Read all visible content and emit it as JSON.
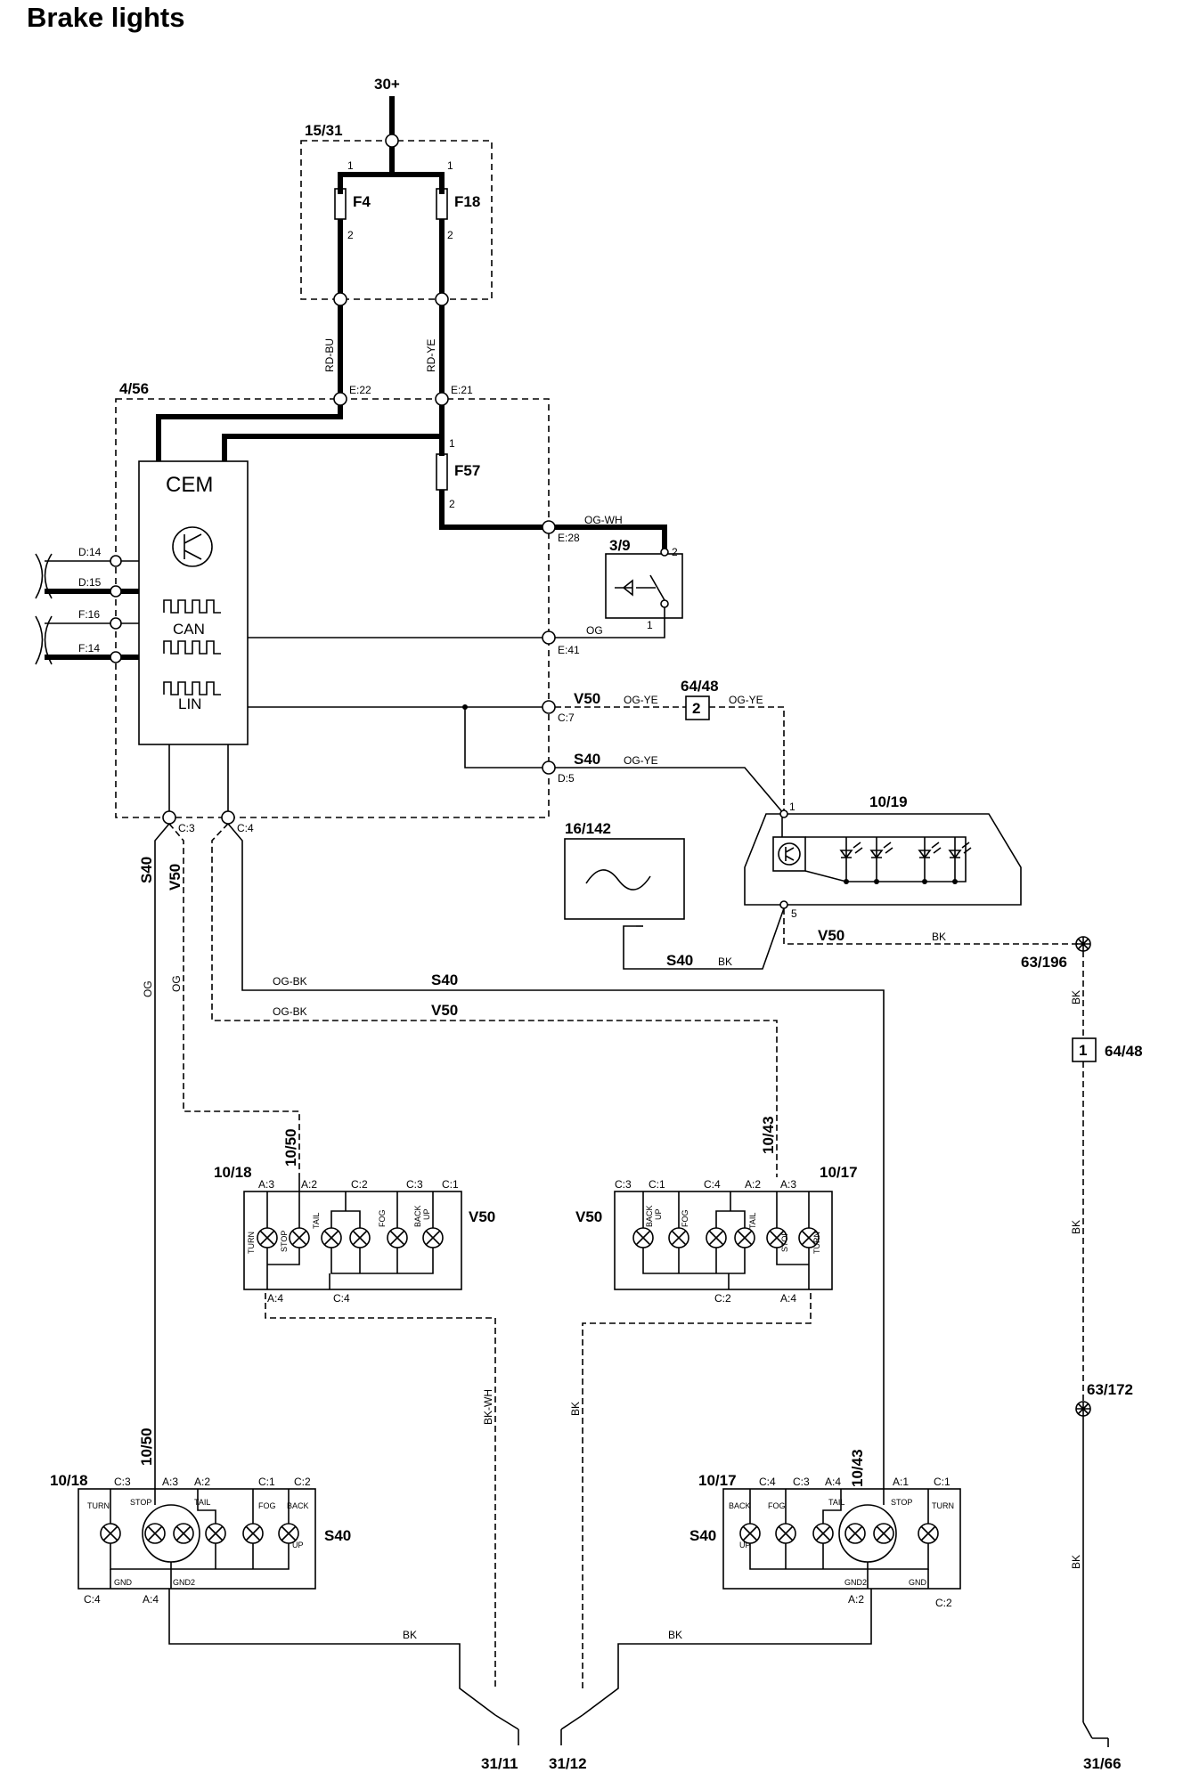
{
  "title": "Brake lights",
  "components": {
    "supply": "30+",
    "fuse_box": "15/31",
    "fuses": [
      "F4",
      "F18",
      "F57"
    ],
    "cem_module": "4/56",
    "cem": "CEM",
    "can": "CAN",
    "lin": "LIN",
    "brake_switch": "3/9",
    "connector": "64/48",
    "high_stop_lamp": "10/19",
    "sensor": "16/142",
    "ground_point_a": "63/196",
    "ground_point_b": "63/172",
    "left_lamp": "10/18",
    "right_lamp": "10/17",
    "ground_left": "31/11",
    "ground_middle": "31/12",
    "ground_right": "31/66",
    "splice_left": "10/50",
    "splice_right": "10/43",
    "connector_pin_1": "1",
    "connector_pin_2": "2"
  },
  "models": {
    "s40": "S40",
    "v50": "V50"
  },
  "wires": {
    "rd_bu": "RD-BU",
    "rd_ye": "RD-YE",
    "og_wh": "OG-WH",
    "og": "OG",
    "og_ye": "OG-YE",
    "og_bk": "OG-BK",
    "bk": "BK",
    "bk_wh": "BK-WH"
  },
  "pins": {
    "p1": "1",
    "p2": "2",
    "p5": "5",
    "e22": "E:22",
    "e21": "E:21",
    "e28": "E:28",
    "e41": "E:41",
    "c7": "C:7",
    "d5": "D:5",
    "c3": "C:3",
    "c4": "C:4",
    "d14": "D:14",
    "d15": "D:15",
    "f16": "F:16",
    "f14": "F:14",
    "a3": "A:3",
    "a2": "A:2",
    "a4": "A:4",
    "a1": "A:1",
    "c1": "C:1",
    "c2": "C:2",
    "gnd": "GND",
    "gnd2": "GND2"
  },
  "lamps": {
    "turn": "TURN",
    "stop": "STOP",
    "tail": "TAIL",
    "fog": "FOG",
    "back": "BACK",
    "up": "UP"
  }
}
